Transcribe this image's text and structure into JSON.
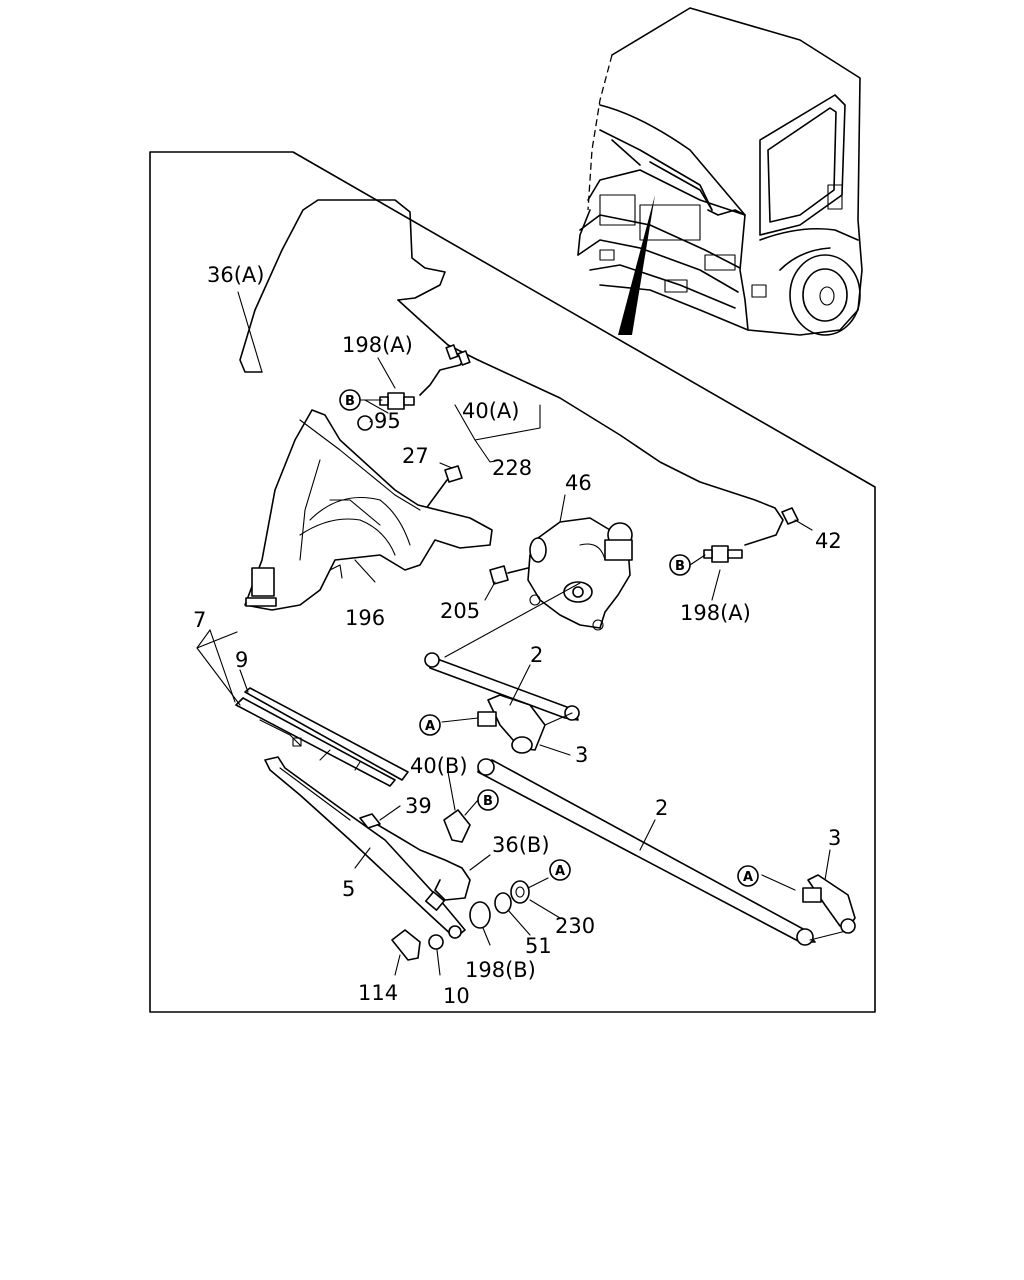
{
  "labels": {
    "p36a": "36(A)",
    "p198a_top": "198(A)",
    "p95": "95",
    "p40a": "40(A)",
    "p27": "27",
    "p228": "228",
    "p46": "46",
    "p42": "42",
    "p198a_right": "198(A)",
    "p205": "205",
    "p196": "196",
    "p7": "7",
    "p9": "9",
    "p2_upper": "2",
    "p3_upper": "3",
    "p40b": "40(B)",
    "p39": "39",
    "p36b": "36(B)",
    "p5": "5",
    "p230": "230",
    "p51": "51",
    "p198b": "198(B)",
    "p114": "114",
    "p10": "10",
    "p2_lower": "2",
    "p3_lower": "3"
  },
  "callouts": {
    "a": "A",
    "b": "B"
  }
}
